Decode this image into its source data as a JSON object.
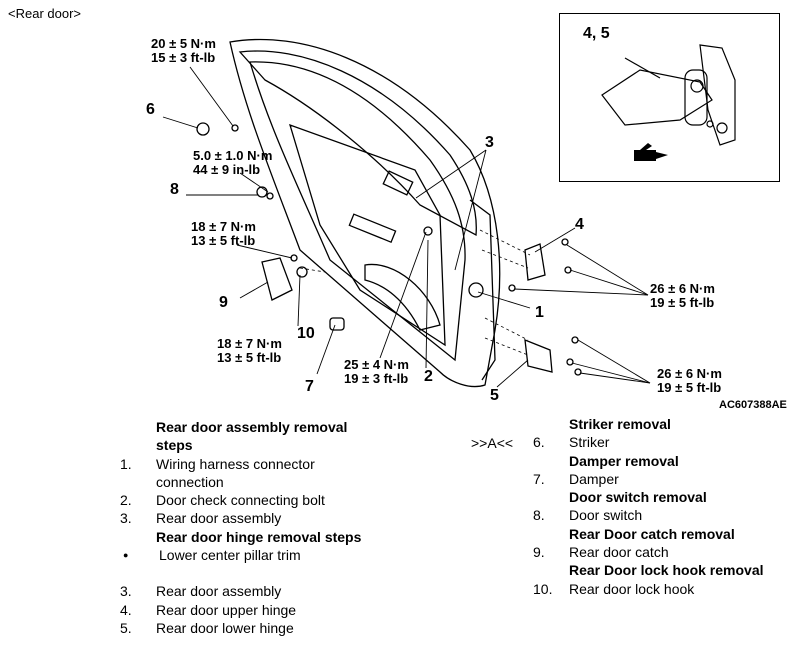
{
  "title": "<Rear door>",
  "figure": {
    "callouts": {
      "c1": "1",
      "c2": "2",
      "c3": "3",
      "c4": "4",
      "c5": "5",
      "c6": "6",
      "c7": "7",
      "c8": "8",
      "c9": "9",
      "c10": "10"
    },
    "torques": {
      "t_top_a": "20 ± 5 N·m",
      "t_top_b": "15 ± 3 ft-lb",
      "t_switch_a": "5.0 ± 1.0 N·m",
      "t_switch_b": "44 ± 9 in-lb",
      "t_catch_a": "18 ± 7 N·m",
      "t_catch_b": "13 ± 5 ft-lb",
      "t_hook_a": "18 ± 7 N·m",
      "t_hook_b": "13 ± 5 ft-lb",
      "t_bolt_a": "25 ± 4 N·m",
      "t_bolt_b": "19 ± 3 ft-lb",
      "t_upper_a": "26 ± 6 N·m",
      "t_upper_b": "19 ± 5 ft-lb",
      "t_lower_a": "26 ± 6 N·m",
      "t_lower_b": "19 ± 5 ft-lb"
    },
    "inset_label": "4, 5",
    "code": "AC607388AE"
  },
  "left_steps": {
    "heading1": "Rear door assembly removal",
    "heading2": "steps",
    "s1_num": "1.",
    "s1_a": "Wiring harness connector",
    "s1_b": "connection",
    "s2_num": "2.",
    "s2": "Door check connecting bolt",
    "s3_num": "3.",
    "s3": "Rear door assembly",
    "heading3": "Rear door hinge removal steps",
    "bullet": "●",
    "s_bullet": "Lower center pillar trim",
    "s3b_num": "3.",
    "s3b": "Rear door assembly",
    "s4_num": "4.",
    "s4": "Rear door upper hinge",
    "s5_num": "5.",
    "s5": "Rear door lower hinge"
  },
  "right_steps": {
    "marker": ">>A<<",
    "h_striker": "Striker removal",
    "s6_num": "6.",
    "s6": "Striker",
    "h_damper": "Damper removal",
    "s7_num": "7.",
    "s7": "Damper",
    "h_switch": "Door switch removal",
    "s8_num": "8.",
    "s8": "Door switch",
    "h_catch": "Rear Door catch removal",
    "s9_num": "9.",
    "s9": "Rear door catch",
    "h_hook": "Rear Door lock hook removal",
    "s10_num": "10.",
    "s10": "Rear door lock hook"
  }
}
